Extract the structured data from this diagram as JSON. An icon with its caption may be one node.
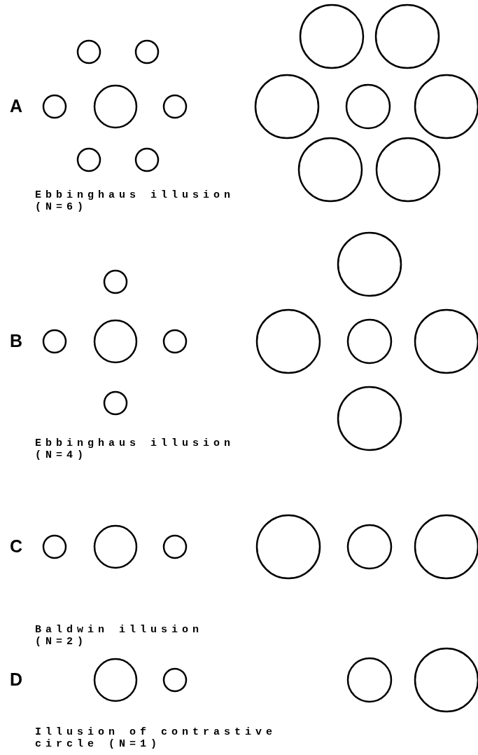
{
  "diagram": {
    "labels": [
      "A",
      "Ebbinghaus illusion (N=6)",
      "B",
      "Ebbinghaus illusion (N=4)",
      "C",
      "Baldwin illusion (N=2)",
      "D",
      "Illusion of contrastive circle (N=1)"
    ]
  }
}
